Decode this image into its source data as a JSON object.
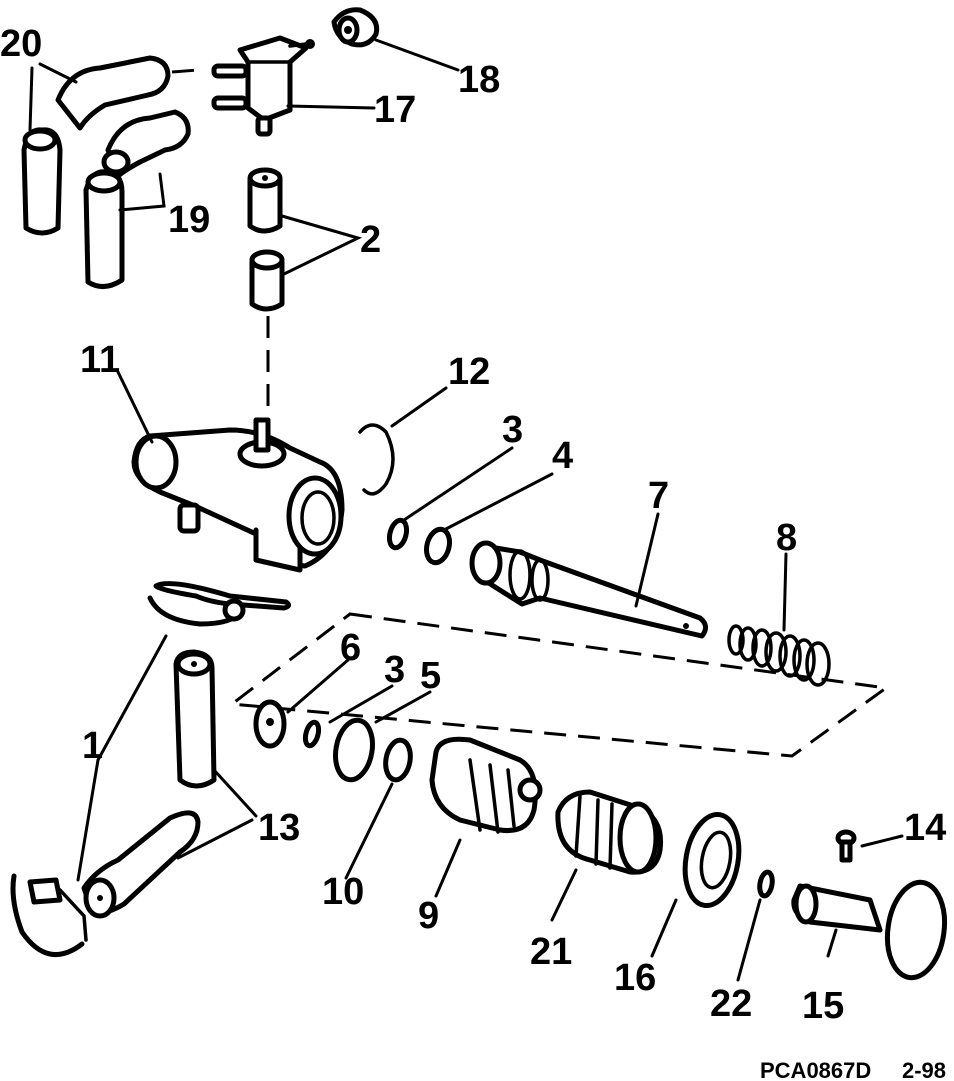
{
  "callouts": {
    "c1": "1",
    "c2": "2",
    "c3a": "3",
    "c3b": "3",
    "c4": "4",
    "c5": "5",
    "c6": "6",
    "c7": "7",
    "c8": "8",
    "c9": "9",
    "c10": "10",
    "c11": "11",
    "c12": "12",
    "c13": "13",
    "c14": "14",
    "c15": "15",
    "c16": "16",
    "c17": "17",
    "c18": "18",
    "c19": "19",
    "c20": "20",
    "c21": "21",
    "c22": "22"
  },
  "footer": {
    "code": "PCA0867D",
    "date": "2-98"
  }
}
